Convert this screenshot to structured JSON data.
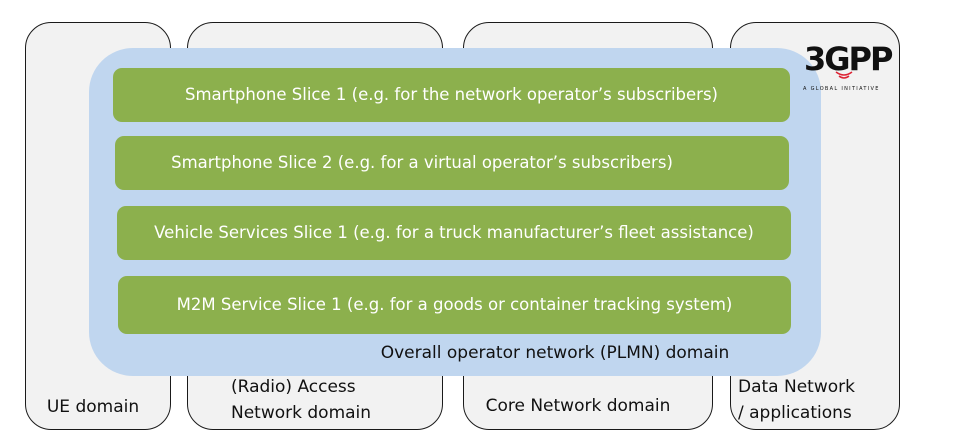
{
  "domains": [
    {
      "label": "UE domain"
    },
    {
      "label": "(Radio) Access\nNetwork domain"
    },
    {
      "label": "Core Network domain"
    },
    {
      "label": "Data Network\n/ applications"
    }
  ],
  "plmn": {
    "label": "Overall operator network (PLMN) domain"
  },
  "slices": [
    {
      "label": "Smartphone Slice 1 (e.g. for the network operator’s subscribers)"
    },
    {
      "label": "Smartphone Slice 2 (e.g. for a virtual operator’s subscribers)"
    },
    {
      "label": "Vehicle Services Slice 1 (e.g. for a truck manufacturer’s fleet assistance)"
    },
    {
      "label": "M2M Service Slice 1 (e.g. for a goods or container tracking system)"
    }
  ],
  "logo": {
    "mark": "3GPP",
    "tagline": "A GLOBAL INITIATIVE"
  },
  "colors": {
    "slice": "#8cb04d",
    "plmn": "#c0d6ef",
    "domain": "#f2f2f2"
  }
}
